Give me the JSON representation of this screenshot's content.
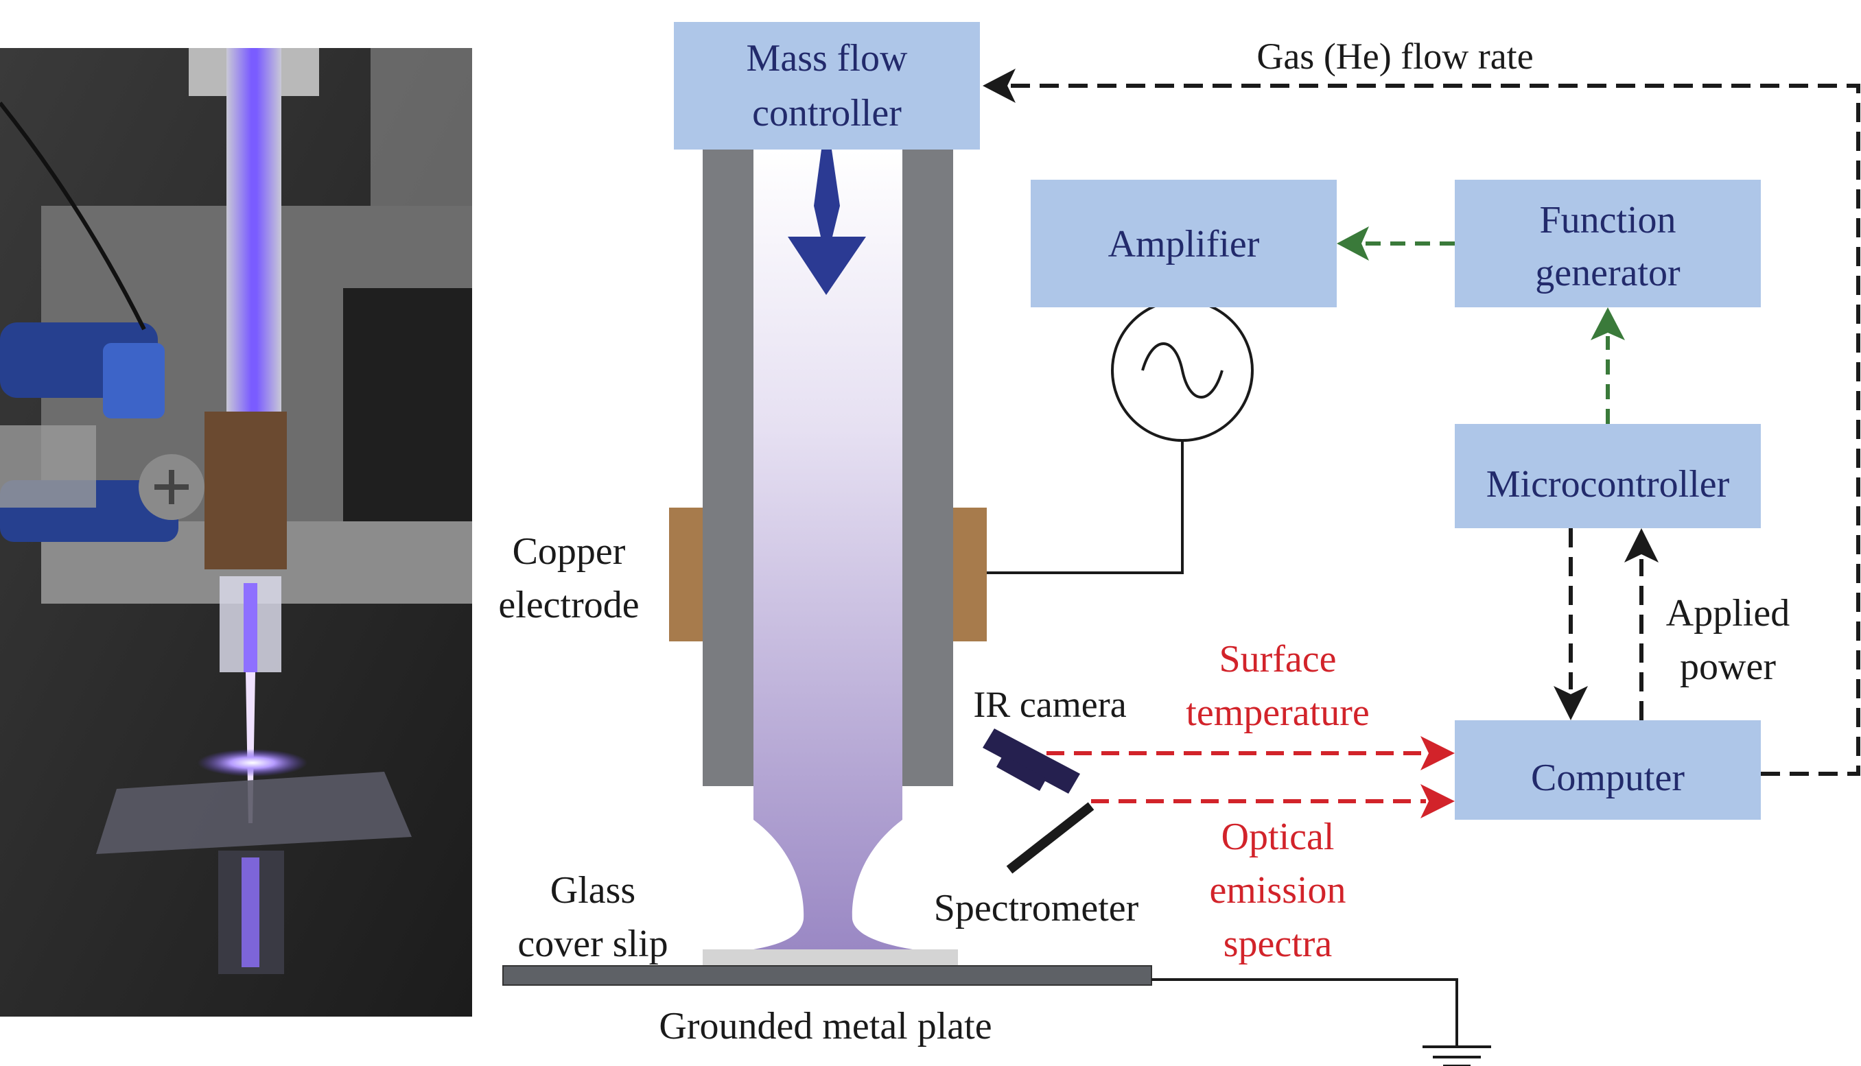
{
  "colors": {
    "box_fill": "#aec6e8",
    "box_text": "#222a6b",
    "black": "#1a1a1a",
    "red": "#d2232a",
    "green": "#3a7a3a",
    "copper": "#a77b4c",
    "tube_wall": "#7a7c80",
    "plasma_top": "#ffffff",
    "plasma_bottom": "#9a88c4",
    "arrow_blue": "#2b3a93",
    "ir_camera": "#25204f"
  },
  "photo": {
    "icon": "plasma-jet-photo"
  },
  "boxes": {
    "mass_flow_line1": "Mass flow",
    "mass_flow_line2": "controller",
    "amplifier": "Amplifier",
    "function_gen_line1": "Function",
    "function_gen_line2": "generator",
    "microcontroller": "Microcontroller",
    "computer": "Computer"
  },
  "labels": {
    "gas_flow_rate": "Gas (He) flow rate",
    "copper_line1": "Copper",
    "copper_line2": "electrode",
    "ir_camera": "IR camera",
    "surface_line1": "Surface",
    "surface_line2": "temperature",
    "applied_line1": "Applied",
    "applied_line2": "power",
    "optical_line1": "Optical",
    "optical_line2": "emission",
    "optical_line3": "spectra",
    "spectrometer": "Spectrometer",
    "glass_line1": "Glass",
    "glass_line2": "cover slip",
    "grounded_plate": "Grounded metal plate"
  }
}
